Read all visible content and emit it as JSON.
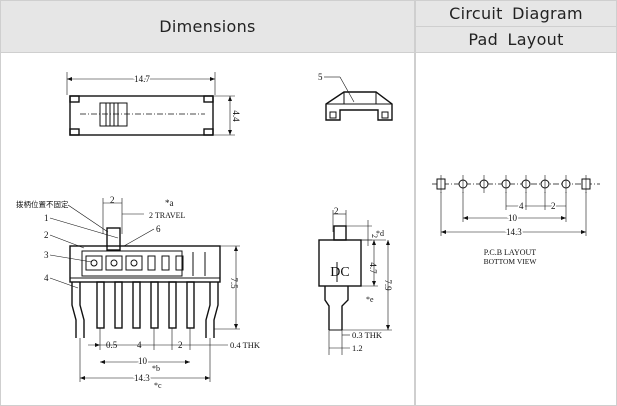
{
  "headers": {
    "dimensions": "Dimensions",
    "circuit_diagram": "Circuit  Diagram",
    "pad_layout": "Pad  Layout"
  },
  "top_view": {
    "width": "14.7",
    "height": "4.4"
  },
  "side_view": {
    "callout": "5"
  },
  "front_view": {
    "note": "拨柄位置不固定",
    "callouts": [
      "1",
      "2",
      "3",
      "4",
      "6"
    ],
    "travel_value": "2",
    "travel_label": "2  TRAVEL",
    "marker_a": "*a",
    "height": "7.5",
    "pitch_small": "0.5",
    "pitch": "4",
    "pitch_2": "2",
    "thickness": "0.4  THK",
    "span_10": "10",
    "marker_b": "*b",
    "span_14": "14.3",
    "marker_c": "*c"
  },
  "end_view": {
    "top_width": "2",
    "top_height": "2",
    "marker_d": "*d",
    "body_label": "DC",
    "body_height": "4.7",
    "total_height": "7.9",
    "marker_e": "*e",
    "thickness": "0.3  THK",
    "foot": "1.2"
  },
  "pad_layout": {
    "pitch": "4",
    "pitch_2": "2",
    "span_10": "10",
    "span_14": "14.3",
    "caption_1": "P.C.B  LAYOUT",
    "caption_2": "BOTTOM  VIEW"
  }
}
